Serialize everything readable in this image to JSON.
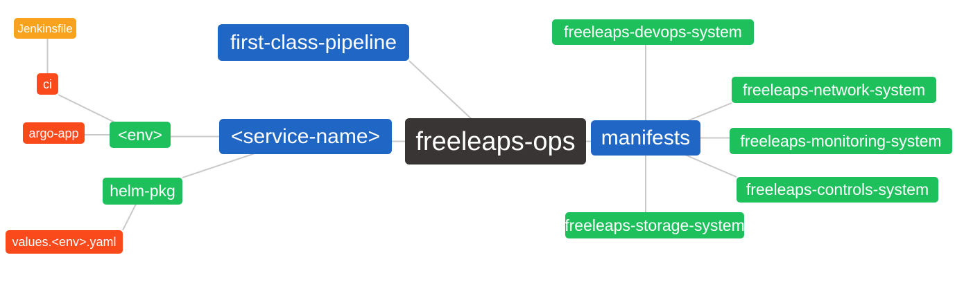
{
  "palette": {
    "root_bg": "#3A3535",
    "branch_blue_bg": "#2066C4",
    "green_bg": "#1EC05C",
    "red_bg": "#FA491A",
    "orange_bg": "#F8A21D",
    "node_text": "#FFFFFF",
    "edge_line": "#C9C9C9",
    "canvas_bg": "#FFFFFF"
  },
  "nodes": {
    "freeleaps_ops": {
      "label": "freeleaps-ops",
      "color": "root_bg"
    },
    "first_class_pipeline": {
      "label": "first-class-pipeline",
      "color": "branch_blue_bg"
    },
    "service_name": {
      "label": "<service-name>",
      "color": "branch_blue_bg"
    },
    "manifests": {
      "label": "manifests",
      "color": "branch_blue_bg"
    },
    "env": {
      "label": "<env>",
      "color": "green_bg"
    },
    "helm_pkg": {
      "label": "helm-pkg",
      "color": "green_bg"
    },
    "ci": {
      "label": "ci",
      "color": "red_bg"
    },
    "argo_app": {
      "label": "argo-app",
      "color": "red_bg"
    },
    "values_env_yaml": {
      "label": "values.<env>.yaml",
      "color": "red_bg"
    },
    "jenkinsfile": {
      "label": "Jenkinsfile",
      "color": "orange_bg"
    },
    "devops_system": {
      "label": "freeleaps-devops-system",
      "color": "green_bg"
    },
    "network_system": {
      "label": "freeleaps-network-system",
      "color": "green_bg"
    },
    "monitoring_system": {
      "label": "freeleaps-monitoring-system",
      "color": "green_bg"
    },
    "controls_system": {
      "label": "freeleaps-controls-system",
      "color": "green_bg"
    },
    "storage_system": {
      "label": "freeleaps-storage-system",
      "color": "green_bg"
    }
  },
  "edges": [
    [
      "ci",
      "jenkinsfile"
    ],
    [
      "env",
      "ci"
    ],
    [
      "env",
      "argo_app"
    ],
    [
      "service_name",
      "env"
    ],
    [
      "service_name",
      "helm_pkg"
    ],
    [
      "helm_pkg",
      "values_env_yaml"
    ],
    [
      "freeleaps_ops",
      "first_class_pipeline"
    ],
    [
      "freeleaps_ops",
      "service_name"
    ],
    [
      "freeleaps_ops",
      "manifests"
    ],
    [
      "manifests",
      "devops_system"
    ],
    [
      "manifests",
      "network_system"
    ],
    [
      "manifests",
      "monitoring_system"
    ],
    [
      "manifests",
      "controls_system"
    ],
    [
      "manifests",
      "storage_system"
    ]
  ]
}
